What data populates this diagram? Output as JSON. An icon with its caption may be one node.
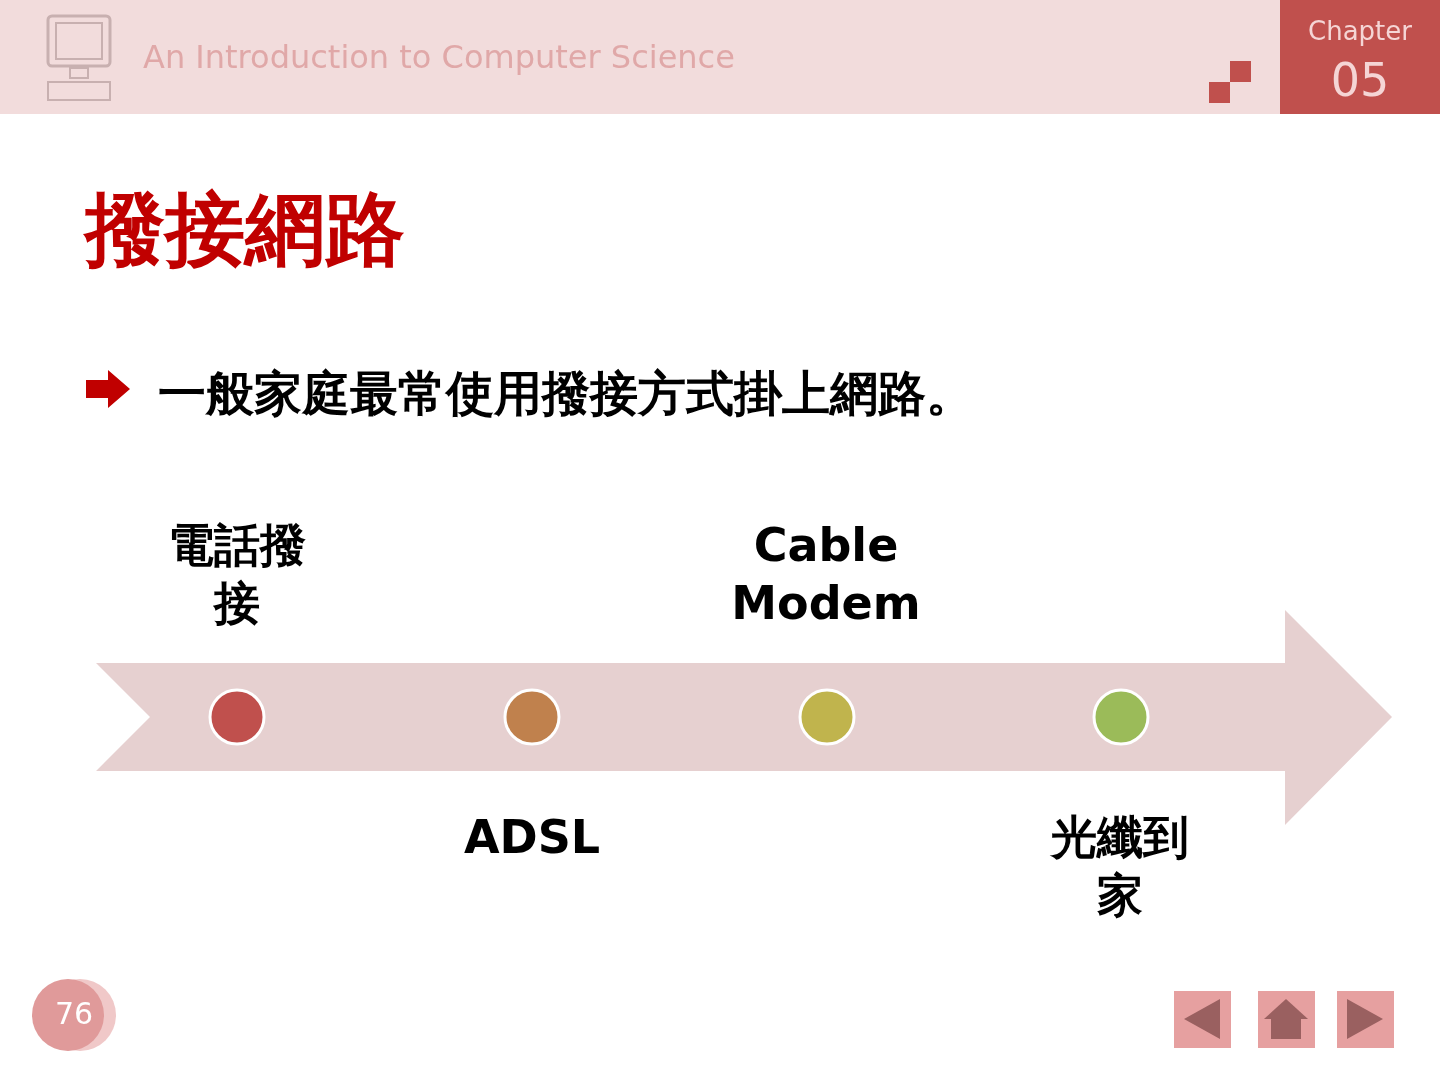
{
  "diagram": {
    "title": "撥接網路",
    "nodes": [
      {
        "text": [],
        "shape": "circle"
      },
      {
        "text": [],
        "shape": "circle"
      },
      {
        "text": [],
        "shape": "circle"
      },
      {
        "text": [],
        "shape": "circle"
      }
    ],
    "edges": [],
    "labels": [
      "An Introduction to Computer Science",
      "Chapter",
      "05",
      "一般家庭最常使用撥接方式掛上網路。",
      "電話撥接",
      "Cable Modem",
      "ADSL",
      "光纖到家",
      "76"
    ]
  }
}
